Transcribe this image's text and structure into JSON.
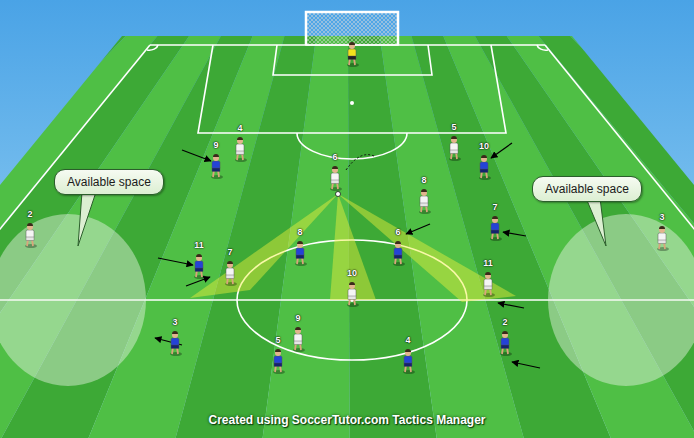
{
  "diagram": {
    "nodes": [
      {
        "text": [
          "Available space"
        ]
      },
      {
        "text": [
          "Available space"
        ]
      }
    ],
    "labels": [
      "5",
      "4",
      "9",
      "10",
      "6",
      "8",
      "7",
      "2",
      "3",
      "8",
      "6",
      "11",
      "7",
      "11",
      "10",
      "9",
      "3",
      "2",
      "5",
      "4",
      "Created using SoccerTutor.com Tactics Manager"
    ]
  }
}
